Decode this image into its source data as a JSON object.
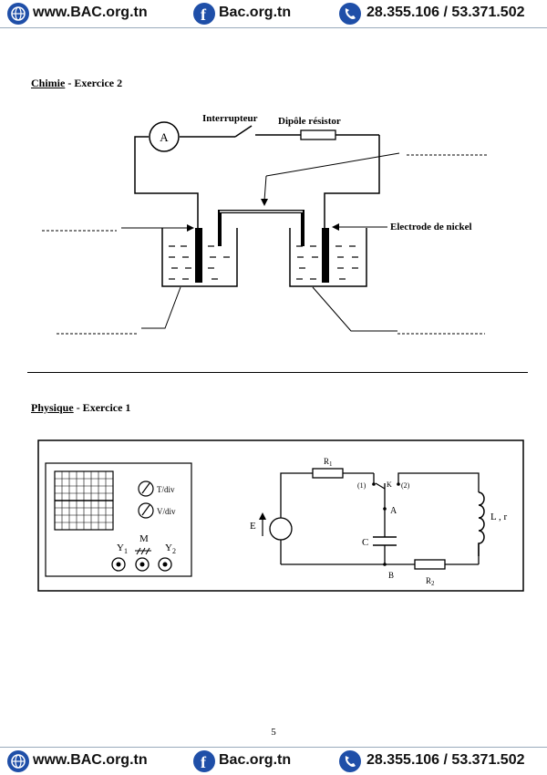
{
  "header": {
    "website": "www.BAC.org.tn",
    "facebook": "Bac.org.tn",
    "phone": "28.355.106 / 53.371.502"
  },
  "footer": {
    "website": "www.BAC.org.tn",
    "facebook": "Bac.org.tn",
    "phone": "28.355.106 / 53.371.502"
  },
  "icons": {
    "website": "globe-icon",
    "facebook": "facebook-icon",
    "phone": "phone-icon"
  },
  "colors": {
    "brand": "#1f4fa8"
  },
  "chimie": {
    "heading_subject": "Chimie",
    "heading_rest": " - Exercice 2",
    "ammeter": "A",
    "switch": "Interrupteur",
    "resistor": "Dipôle résistor",
    "electrode": "Electrode de nickel"
  },
  "physique": {
    "heading_subject": "Physique",
    "heading_rest": " - Exercice 1",
    "knob_time": "T/div",
    "knob_volt": "V/div",
    "y1": "Y",
    "y1_sub": "1",
    "m": "M",
    "y2": "Y",
    "y2_sub": "2",
    "r1": "R",
    "r1_sub": "1",
    "r2": "R",
    "r2_sub": "2",
    "pos1": "(1)",
    "k": "K",
    "pos2": "(2)",
    "a": "A",
    "b": "B",
    "e": "E",
    "c": "C",
    "lr": "L , r"
  },
  "page_number": "5"
}
